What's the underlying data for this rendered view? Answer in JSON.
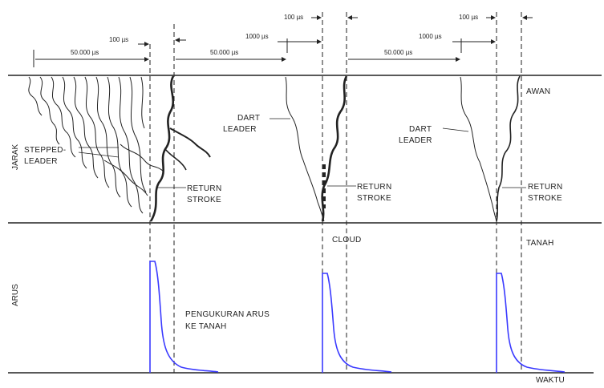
{
  "axes": {
    "y_upper": "JARAK",
    "y_lower": "ARUS",
    "x": "WAKTU"
  },
  "regions": {
    "cloud": "AWAN",
    "ground": "TANAH",
    "cloud_mark": "CLOUD"
  },
  "intervals": {
    "t50000_a": "50.000 µs",
    "t100_a": "100 µs",
    "t50000_b": "50.000 µs",
    "t1000_b": "1000 µs",
    "t100_b": "100 µs",
    "t50000_c": "50.000 µs",
    "t1000_c": "1000 µs",
    "t100_c": "100 µs"
  },
  "labels": {
    "stepped_leader_1": "STEPPED-",
    "stepped_leader_2": "LEADER",
    "return_stroke_1a": "RETURN",
    "return_stroke_1b": "STROKE",
    "dart_leader_1a": "DART",
    "dart_leader_1b": "LEADER",
    "return_stroke_2a": "RETURN",
    "return_stroke_2b": "STROKE",
    "dart_leader_2a": "DART",
    "dart_leader_2b": "LEADER",
    "return_stroke_3a": "RETURN",
    "return_stroke_3b": "STROKE",
    "current_note_1": "PENGUKURAN ARUS",
    "current_note_2": "KE TANAH"
  },
  "colors": {
    "ink": "#222222",
    "current_pulse": "#3a3aff"
  }
}
